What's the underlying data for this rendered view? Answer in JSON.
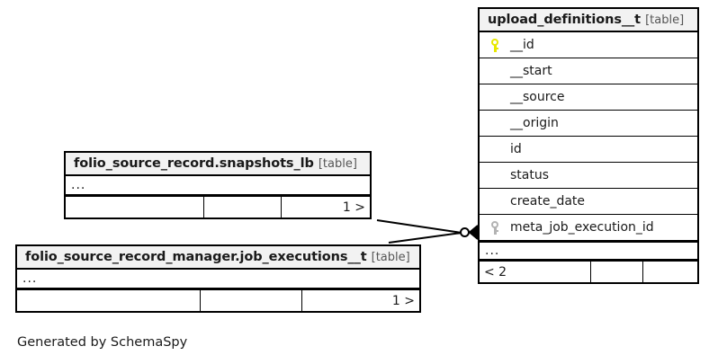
{
  "diagram": {
    "type": "entity-relationship-diagram",
    "generator_credit": "Generated by SchemaSpy",
    "background_color": "#ffffff",
    "header_fill_color": "#f2f2f2",
    "border_color": "#000000",
    "primary_key_color": "#e8e800",
    "foreign_key_color": "#b3b3b3"
  },
  "tables": {
    "upload_definitions": {
      "name": "upload_definitions__t",
      "kind": "[table]",
      "columns": [
        {
          "name": "__id",
          "key": "primary"
        },
        {
          "name": "__start",
          "key": "none"
        },
        {
          "name": "__source",
          "key": "none"
        },
        {
          "name": "__origin",
          "key": "none"
        },
        {
          "name": "id",
          "key": "none"
        },
        {
          "name": "status",
          "key": "none"
        },
        {
          "name": "create_date",
          "key": "none"
        },
        {
          "name": "meta_job_execution_id",
          "key": "foreign"
        }
      ],
      "more_indicator": "...",
      "footer": {
        "cells": [
          {
            "text": "< 2",
            "align": "left"
          },
          {
            "text": "",
            "align": "left"
          },
          {
            "text": "",
            "align": "left"
          }
        ]
      }
    },
    "snapshots": {
      "name": "folio_source_record.snapshots_lb",
      "kind": "[table]",
      "columns": [],
      "more_indicator": "...",
      "footer": {
        "cells": [
          {
            "text": "",
            "align": "left"
          },
          {
            "text": "",
            "align": "left"
          },
          {
            "text": "1 >",
            "align": "right"
          }
        ]
      }
    },
    "job_executions": {
      "name": "folio_source_record_manager.job_executions__t",
      "kind": "[table]",
      "columns": [],
      "more_indicator": "...",
      "footer": {
        "cells": [
          {
            "text": "",
            "align": "left"
          },
          {
            "text": "",
            "align": "left"
          },
          {
            "text": "1 >",
            "align": "right"
          }
        ]
      }
    }
  },
  "relationships": [
    {
      "from": "snapshots",
      "to": "upload_definitions.meta_job_execution_id",
      "from_cardinality": "one",
      "to_cardinality": "zero-or-many"
    },
    {
      "from": "job_executions",
      "to": "upload_definitions.meta_job_execution_id",
      "from_cardinality": "one",
      "to_cardinality": "zero-or-many"
    }
  ]
}
